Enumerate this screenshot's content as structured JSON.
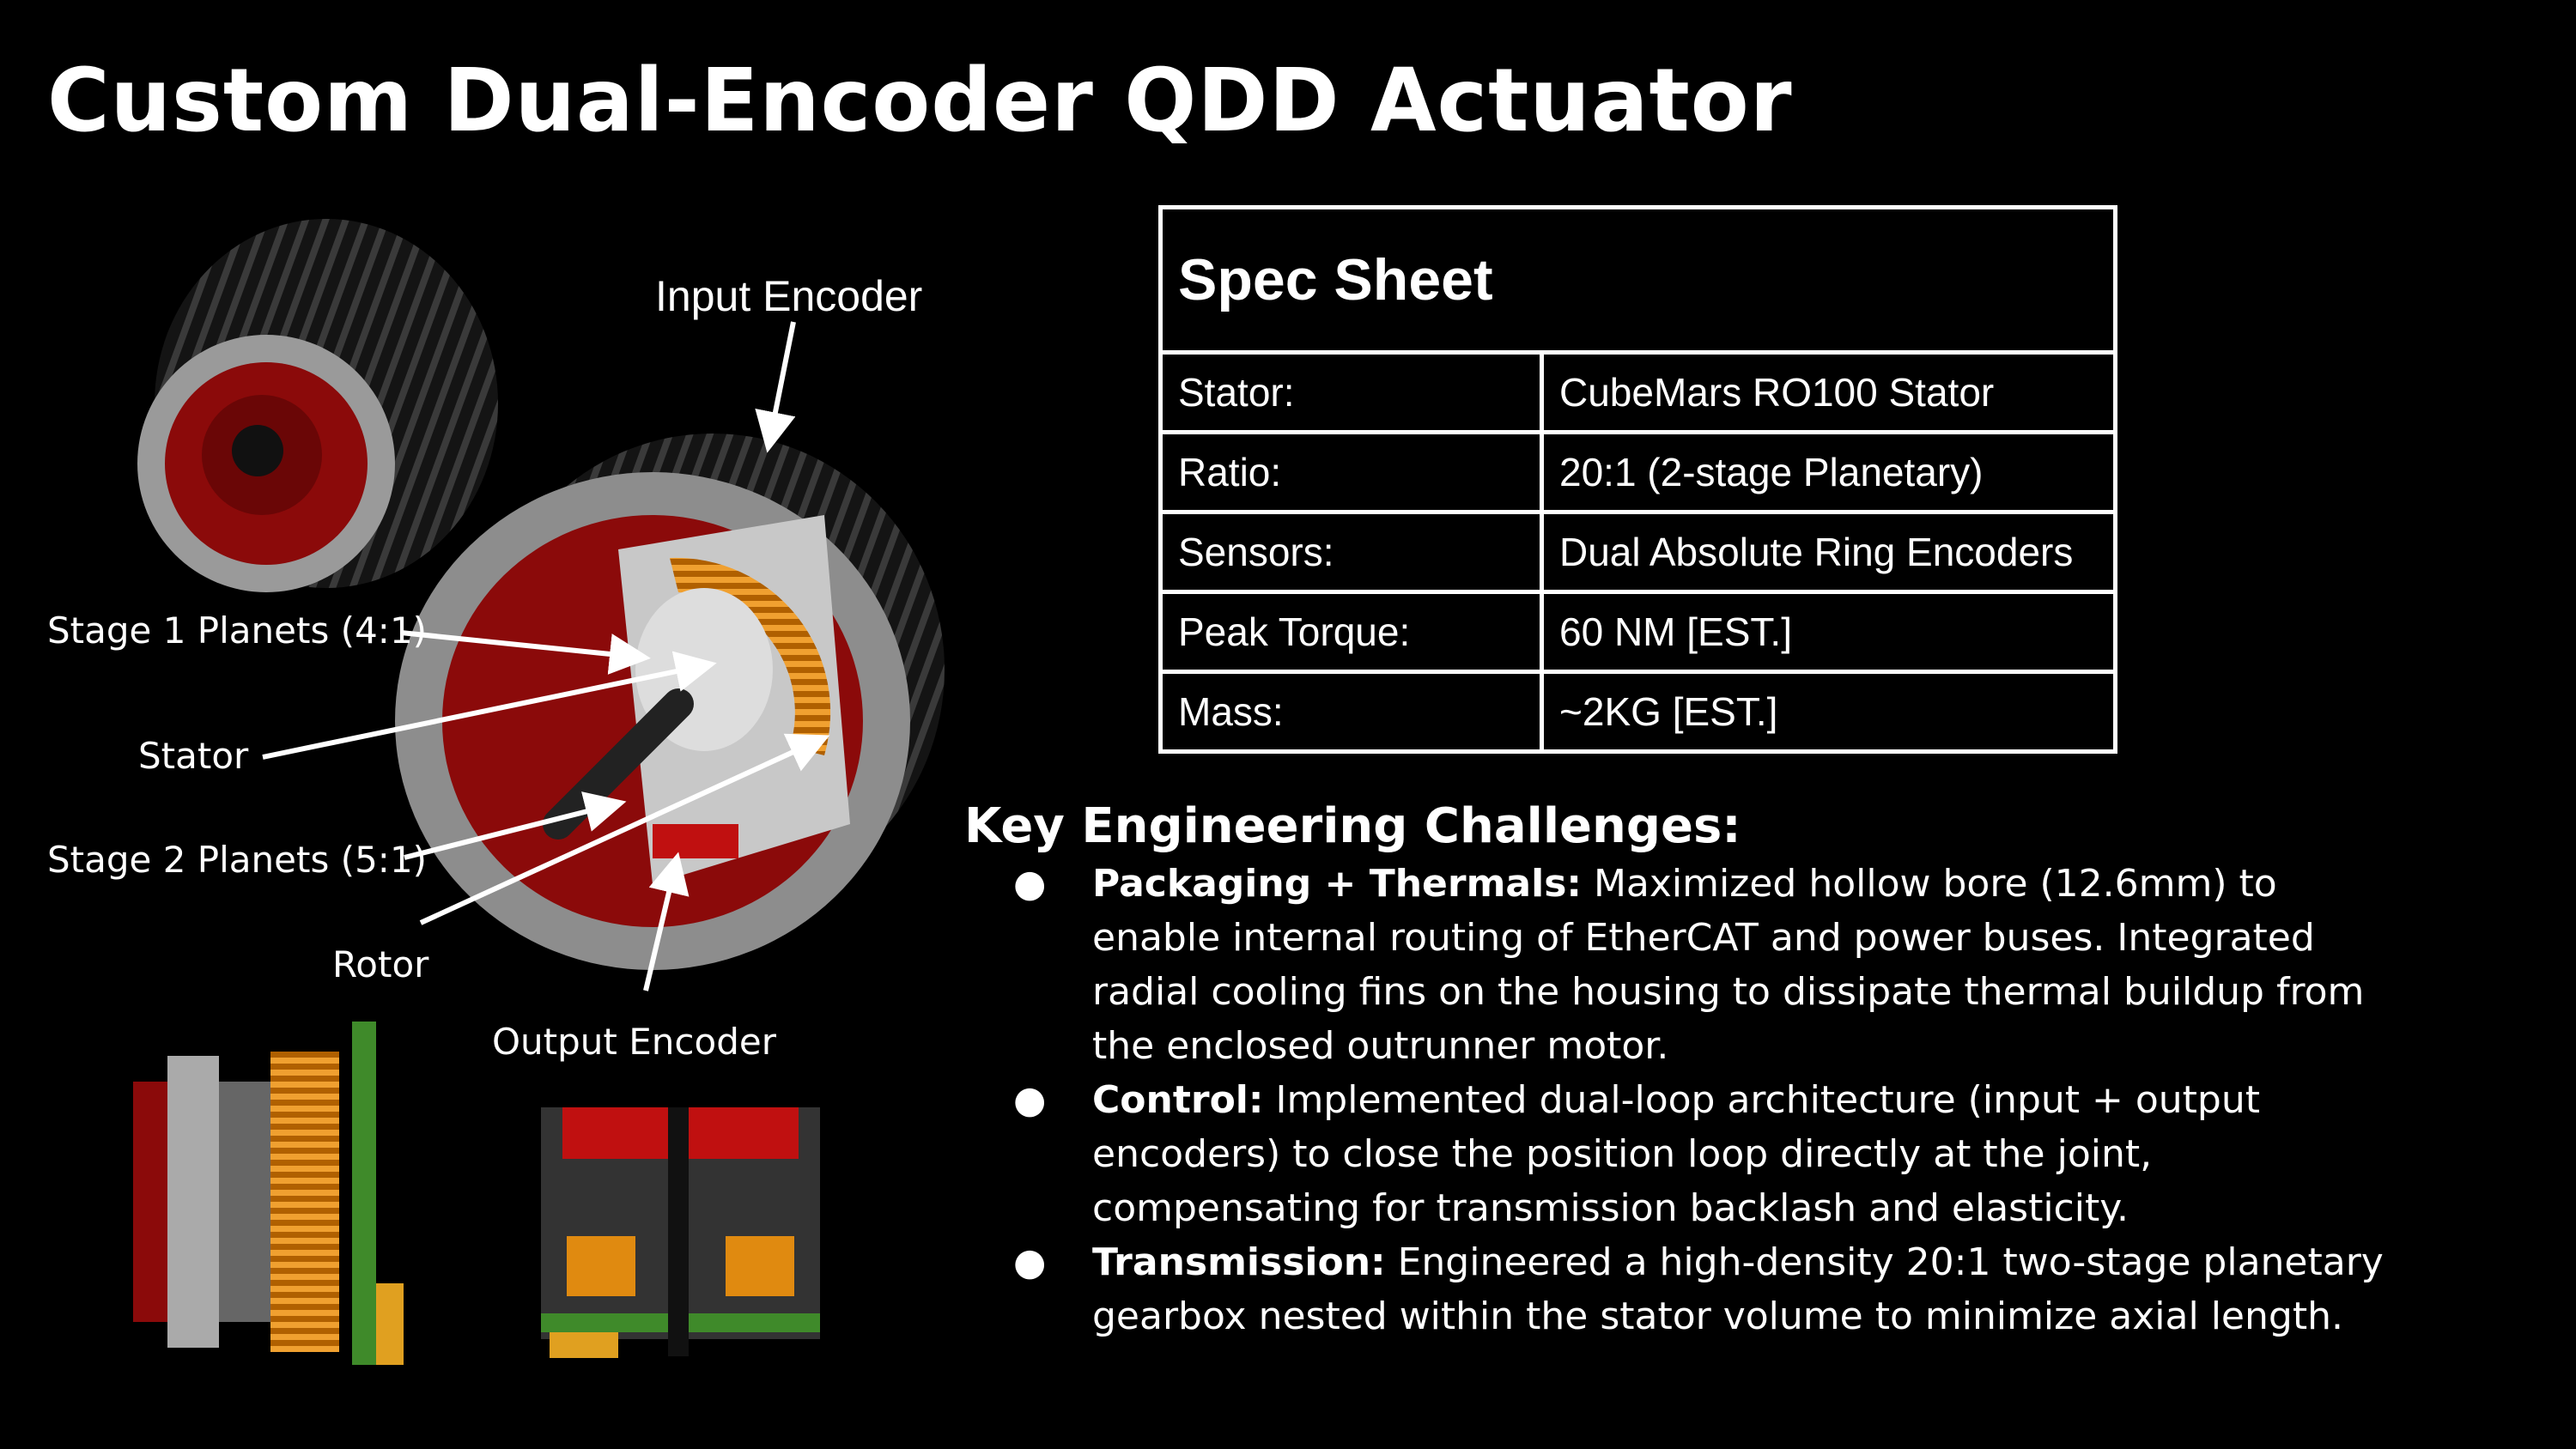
{
  "slide": {
    "title": "Custom Dual-Encoder QDD Actuator"
  },
  "labels": {
    "input_encoder": "Input Encoder",
    "stage1": "Stage 1 Planets (4:1)",
    "stator": "Stator",
    "stage2": "Stage 2 Planets (5:1)",
    "rotor": "Rotor",
    "output_encoder": "Output Encoder"
  },
  "spec": {
    "title": "Spec Sheet",
    "rows": [
      {
        "key": "Stator:",
        "value": "CubeMars RO100 Stator"
      },
      {
        "key": "Ratio:",
        "value": "20:1 (2-stage Planetary)"
      },
      {
        "key": "Sensors:",
        "value": "Dual Absolute Ring Encoders"
      },
      {
        "key": "Peak Torque:",
        "value": "60 NM [EST.]"
      },
      {
        "key": "Mass:",
        "value": "~2KG [EST.]"
      }
    ]
  },
  "challenges": {
    "heading": "Key Engineering Challenges:",
    "bullet": "●",
    "items": [
      {
        "title": "Packaging + Thermals:",
        "text": " Maximized hollow bore (12.6mm) to enable internal routing of EtherCAT and power buses. Integrated radial cooling fins on the housing to dissipate thermal buildup from the enclosed outrunner motor."
      },
      {
        "title": "Control:",
        "text": " Implemented dual-loop architecture (input + output encoders) to close the position loop directly at the joint, compensating for transmission backlash and elasticity."
      },
      {
        "title": "Transmission:",
        "text": " Engineered a high-density 20:1 two-stage planetary gearbox nested within the stator volume to minimize axial length."
      }
    ]
  },
  "colors": {
    "background": "#000000",
    "text": "#ffffff",
    "housing_red": "#8b0a0a",
    "stator_orange": "#e08a10",
    "pcb_green": "#3f8a2a"
  }
}
